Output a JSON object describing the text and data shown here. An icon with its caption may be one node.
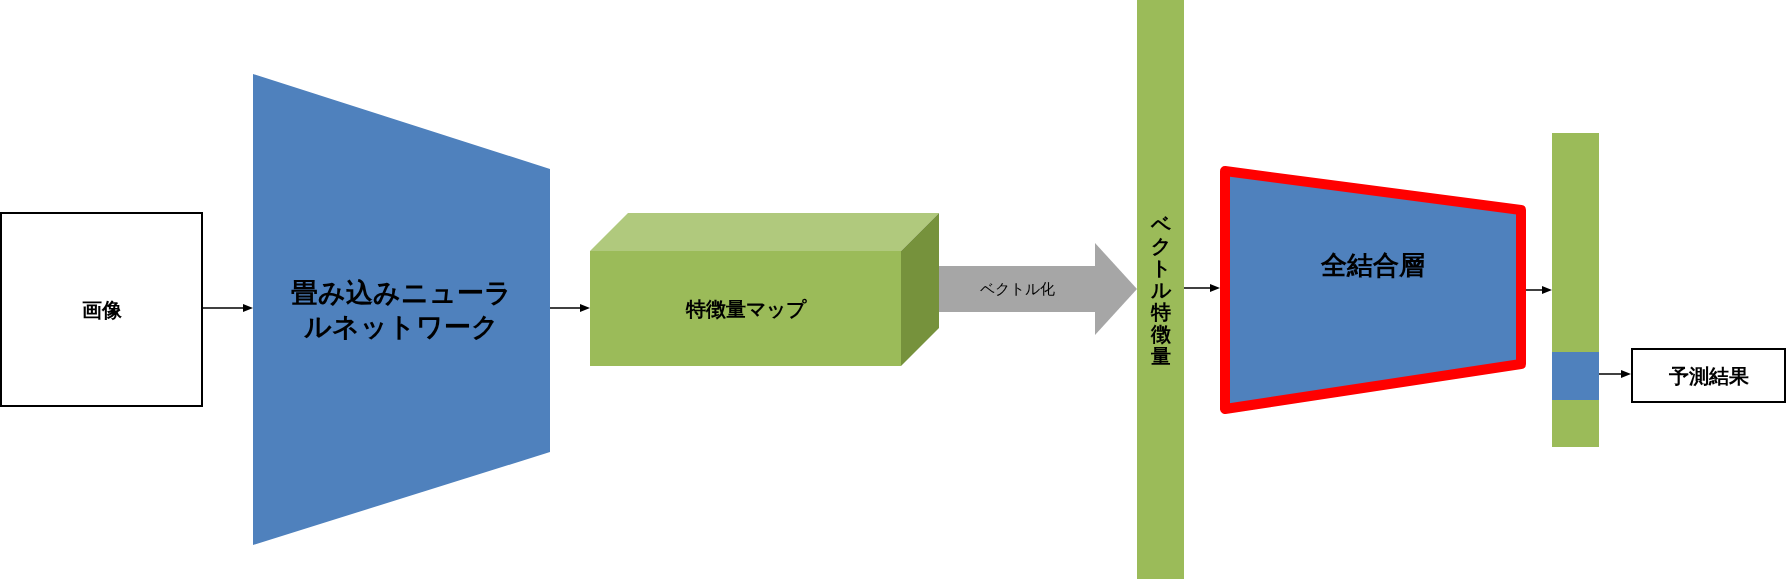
{
  "diagram": {
    "nodes": [
      {
        "text": [
          "画像"
        ]
      },
      {
        "text": [
          "畳み込みニューラルネットワーク"
        ]
      },
      {
        "text": [
          "特徴量マップ"
        ]
      },
      {
        "text": [
          "ベクトル特徴量"
        ]
      },
      {
        "text": [
          "全結合層"
        ]
      },
      {
        "text": [],
        "shape": "bar"
      },
      {
        "text": [],
        "shape": "bar",
        "in": 5
      },
      {
        "text": [
          "予測結果"
        ]
      }
    ],
    "edges": [
      {
        "from": 0,
        "to": 1,
        "arrow": "to"
      },
      {
        "from": 1,
        "to": 2,
        "arrow": "to"
      },
      {
        "from": 2,
        "to": 3,
        "arrow": "to",
        "label": "ベクトル化",
        "style": "thick",
        "color": "#a6a6a6"
      },
      {
        "from": 3,
        "to": 4,
        "arrow": "to"
      },
      {
        "from": 4,
        "to": 5,
        "arrow": "to"
      },
      {
        "from": 6,
        "to": 7,
        "arrow": "to"
      }
    ]
  }
}
